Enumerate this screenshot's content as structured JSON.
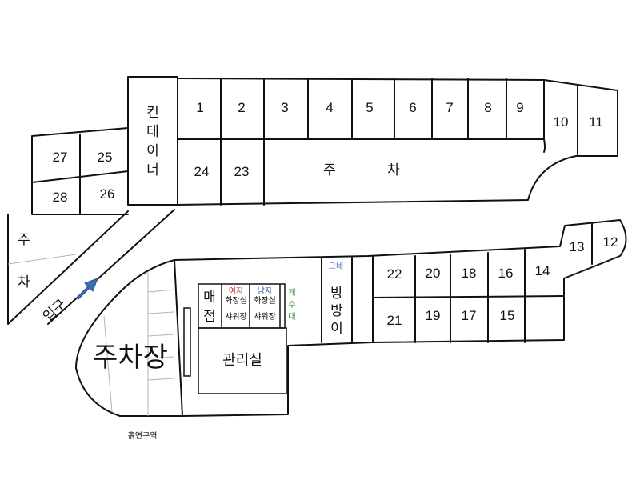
{
  "colors": {
    "line": "#111111",
    "women": "#c0392b",
    "men": "#1f4f99",
    "washstand": "#1e8a3a",
    "office": "#1f4f99",
    "arrow": "#3a6fb5",
    "trampoline_note": "#3a6fb5"
  },
  "icons": {
    "entrance_arrow": "arrow-up-right-icon"
  },
  "sites_top": [
    "1",
    "2",
    "3",
    "4",
    "5",
    "6",
    "7",
    "8",
    "9"
  ],
  "sites_right": [
    "10",
    "11"
  ],
  "sites_mid": [
    "24",
    "23"
  ],
  "sites_left_top": [
    "27",
    "25"
  ],
  "sites_left_bottom": [
    "28",
    "26"
  ],
  "sites_lower_top": [
    "22",
    "20",
    "18",
    "16",
    "14"
  ],
  "sites_lower_bottom": [
    "21",
    "19",
    "17",
    "15"
  ],
  "sites_lower_right": [
    "13",
    "12"
  ],
  "labels": {
    "container": [
      "컨",
      "테",
      "이",
      "너"
    ],
    "parking_top_1": "주",
    "parking_top_2": "차",
    "parking_left_1": "주",
    "parking_left_2": "차",
    "entrance": "입구",
    "parking_lot": "주차장",
    "dirt_area": "흙연구역",
    "store_1": "매",
    "store_2": "점",
    "women_top": "여자",
    "men_top": "남자",
    "restroom": "화장실",
    "shower": "샤워장",
    "washstand": [
      "개",
      "수",
      "대"
    ],
    "office": "관리실",
    "swing": "그네",
    "trampoline_1": "방",
    "trampoline_2": "방",
    "trampoline_3": "이"
  }
}
